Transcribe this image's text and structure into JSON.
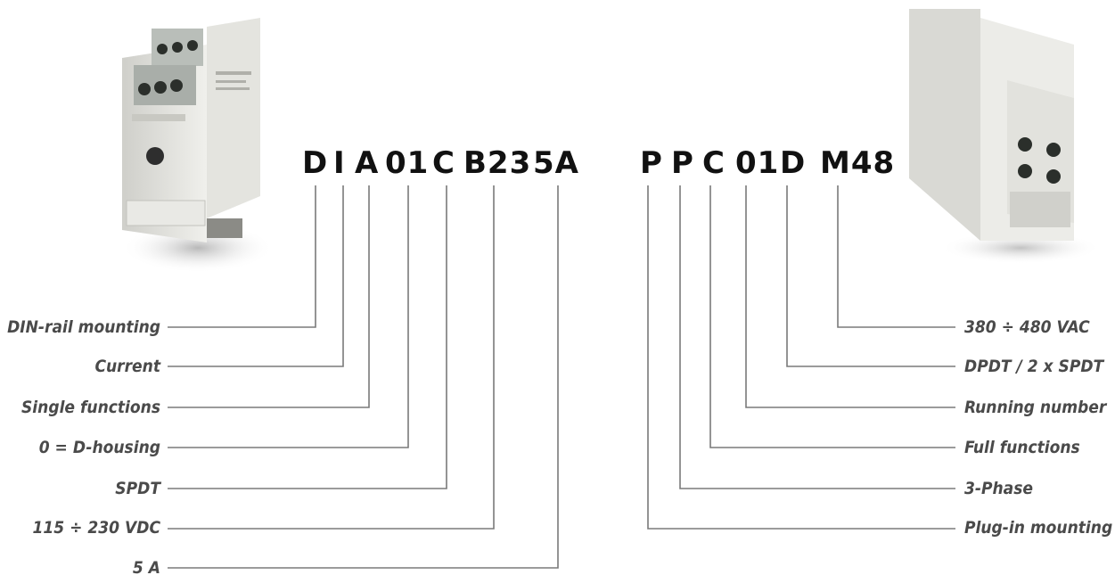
{
  "left_code": {
    "parts": [
      "D",
      "I",
      "A",
      "01",
      "C",
      "B23",
      "5A"
    ],
    "labels": [
      "DIN-rail mounting",
      "Current",
      "Single functions",
      "0 = D-housing",
      "SPDT",
      "115 ÷ 230 VDC",
      "5 A"
    ]
  },
  "right_code": {
    "parts": [
      "P",
      "P",
      "C",
      "01",
      "D",
      "M48"
    ],
    "labels": [
      "380 ÷ 480 VAC",
      "DPDT / 2 x SPDT",
      "Running number",
      "Full functions",
      "3-Phase",
      "Plug-in mounting"
    ]
  },
  "colors": {
    "code_text": "#111111",
    "label_text": "#4a4a4a",
    "leader_line": "#7a7a7a",
    "device_body": "#dcdcd6"
  }
}
